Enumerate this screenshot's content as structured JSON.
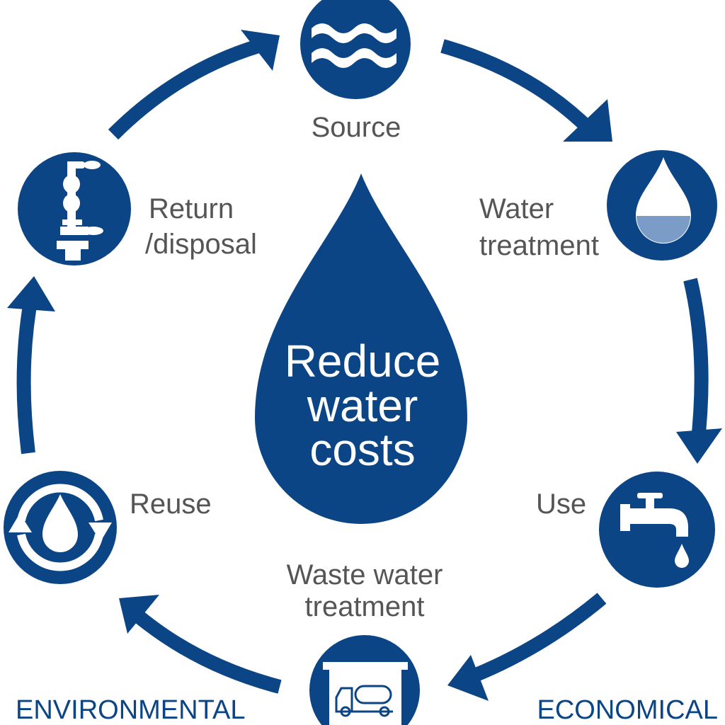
{
  "center": {
    "lines": [
      "Reduce",
      "water",
      "costs"
    ]
  },
  "stages": {
    "source": "Source",
    "water_treatment": [
      "Water",
      "treatment"
    ],
    "use": "Use",
    "waste_water_treatment": [
      "Waste water",
      "treatment"
    ],
    "reuse": "Reuse",
    "return_disposal": [
      "Return",
      "/disposal"
    ]
  },
  "categories": {
    "left": "ENVIRONMENTAL",
    "right": "ECONOMICAL"
  },
  "colors": {
    "primary": "#0b4585",
    "label": "#555555"
  }
}
